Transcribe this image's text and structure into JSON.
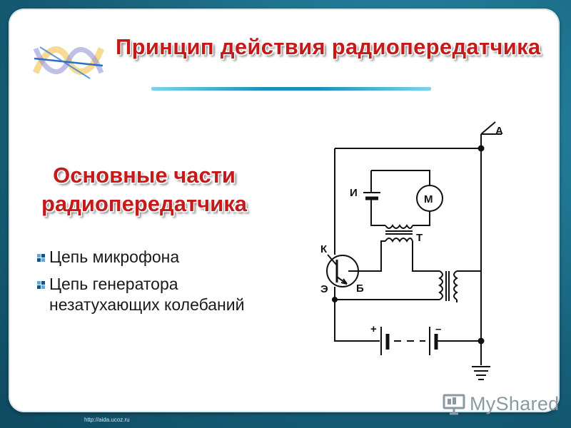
{
  "slide": {
    "title": "Принцип действия радиопередатчика",
    "subtitle_line1": "Основные части",
    "subtitle_line2": "радиопередатчика",
    "bullets": [
      {
        "text": "Цепь микрофона"
      },
      {
        "text": "Цепь генератора незатухающих колебаний"
      }
    ],
    "footer_url": "http://aida.ucoz.ru"
  },
  "brand": {
    "name": "MyShared",
    "icon": "presentation-screen-icon"
  },
  "circuit": {
    "labels": {
      "antenna": "А",
      "battery_source": "И",
      "microphone": "М",
      "transformer": "Т",
      "collector": "К",
      "emitter": "Э",
      "base": "Б",
      "plus": "+",
      "minus": "–"
    }
  },
  "colors": {
    "title_red": "#c51a1a",
    "frame_teal": "#1a6f8c",
    "accent_blue": "#1d8fc0"
  }
}
